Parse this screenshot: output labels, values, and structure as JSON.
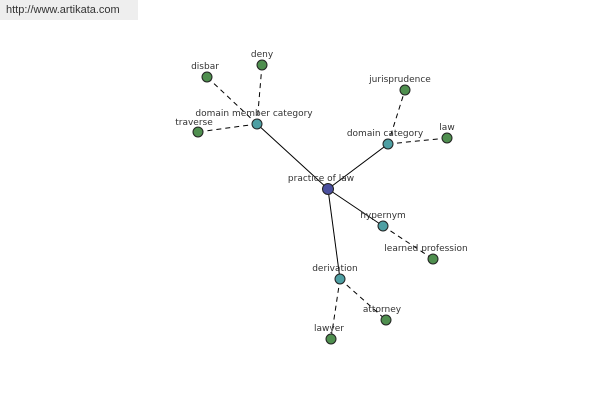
{
  "header": {
    "url": "http://www.artikata.com"
  },
  "graph": {
    "edge_styles": {
      "solid": "#000000",
      "dashed": "#000000"
    },
    "node_colors": {
      "center": "#4a4f9e",
      "relation": "#4e9fa3",
      "leaf": "#4f8f4f"
    },
    "nodes": [
      {
        "id": "practice_of_law",
        "label": "practice of law",
        "kind": "center"
      },
      {
        "id": "domain_member_category",
        "label": "domain member category",
        "kind": "relation"
      },
      {
        "id": "domain_category",
        "label": "domain category",
        "kind": "relation"
      },
      {
        "id": "hypernym",
        "label": "hypernym",
        "kind": "relation"
      },
      {
        "id": "derivation",
        "label": "derivation",
        "kind": "relation"
      },
      {
        "id": "disbar",
        "label": "disbar",
        "kind": "leaf"
      },
      {
        "id": "deny",
        "label": "deny",
        "kind": "leaf"
      },
      {
        "id": "traverse",
        "label": "traverse",
        "kind": "leaf"
      },
      {
        "id": "jurisprudence",
        "label": "jurisprudence",
        "kind": "leaf"
      },
      {
        "id": "law",
        "label": "law",
        "kind": "leaf"
      },
      {
        "id": "learned_profession",
        "label": "learned profession",
        "kind": "leaf"
      },
      {
        "id": "attorney",
        "label": "attorney",
        "kind": "leaf"
      },
      {
        "id": "lawyer",
        "label": "lawyer",
        "kind": "leaf"
      }
    ],
    "edges": [
      {
        "from": "practice_of_law",
        "to": "domain_member_category",
        "style": "solid"
      },
      {
        "from": "practice_of_law",
        "to": "domain_category",
        "style": "solid"
      },
      {
        "from": "practice_of_law",
        "to": "hypernym",
        "style": "solid"
      },
      {
        "from": "practice_of_law",
        "to": "derivation",
        "style": "solid"
      },
      {
        "from": "domain_member_category",
        "to": "disbar",
        "style": "dashed"
      },
      {
        "from": "domain_member_category",
        "to": "deny",
        "style": "dashed"
      },
      {
        "from": "domain_member_category",
        "to": "traverse",
        "style": "dashed"
      },
      {
        "from": "domain_category",
        "to": "jurisprudence",
        "style": "dashed"
      },
      {
        "from": "domain_category",
        "to": "law",
        "style": "dashed"
      },
      {
        "from": "hypernym",
        "to": "learned_profession",
        "style": "dashed"
      },
      {
        "from": "derivation",
        "to": "attorney",
        "style": "dashed"
      },
      {
        "from": "derivation",
        "to": "lawyer",
        "style": "dashed"
      }
    ]
  }
}
